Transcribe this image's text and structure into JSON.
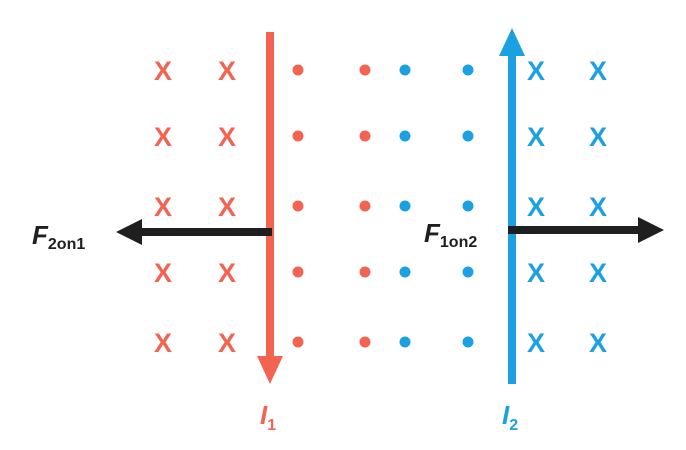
{
  "colors": {
    "wire1": "#f26451",
    "wire2": "#1ba1e2",
    "force": "#1f1f1f",
    "background": "#ffffff"
  },
  "wire1": {
    "label_main": "I",
    "label_sub": "1",
    "current_direction": "down",
    "field_left_symbol": "X",
    "field_right_symbol": "dot"
  },
  "wire2": {
    "label_main": "I",
    "label_sub": "2",
    "current_direction": "up",
    "field_left_symbol": "dot",
    "field_right_symbol": "X"
  },
  "forces": {
    "f2on1": {
      "label_main": "F",
      "label_sub": "2on1",
      "direction": "left"
    },
    "f1on2": {
      "label_main": "F",
      "label_sub": "1on2",
      "direction": "right"
    }
  }
}
